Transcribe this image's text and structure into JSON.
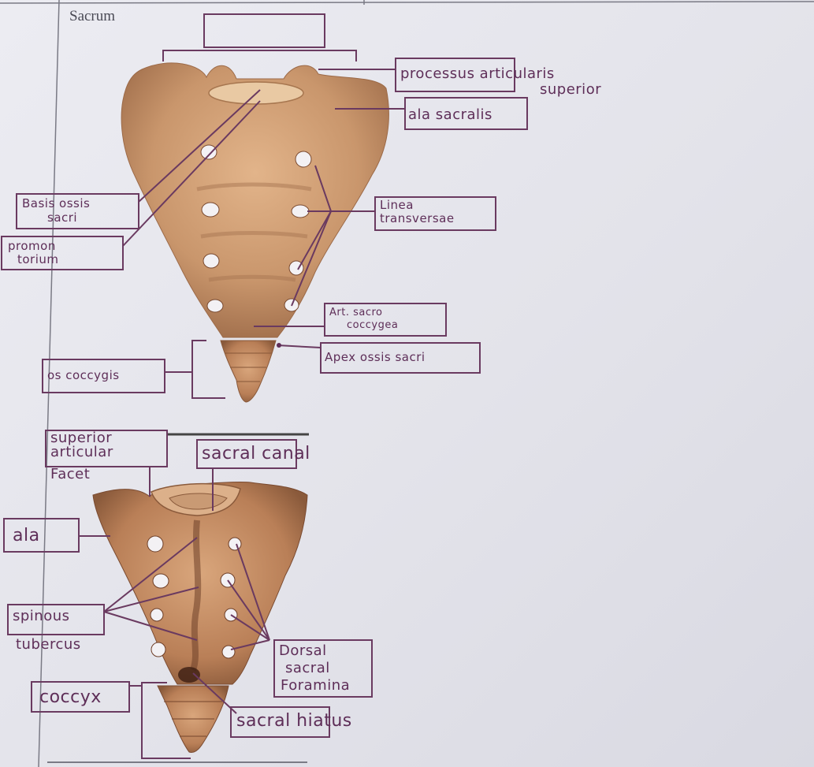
{
  "page": {
    "title": "Sacrum"
  },
  "colors": {
    "ink": "#5e2e58",
    "bone": "#c9966c",
    "bone_dark": "#8a5a3b",
    "paper": "#e6e6ec",
    "rule": "#777782"
  },
  "anterior_view": {
    "top_label": "",
    "labels": {
      "processus_articularis": "processus articularis",
      "superior": "superior",
      "ala_sacralis": "ala sacralis",
      "basis_ossis_sacri_1": "Basis ossis",
      "basis_ossis_sacri_2": "sacri",
      "promontorium_1": "promon",
      "promontorium_2": "torium",
      "lineae_transversae_1": "Linea",
      "lineae_transversae_2": "transversae",
      "art_sacrococcygea_1": "Art. sacro",
      "art_sacrococcygea_2": "coccygea",
      "apex_ossis_sacri": "Apex ossis sacri",
      "os_coccygis": "os coccygis"
    }
  },
  "posterior_view": {
    "labels": {
      "superior_articular_facet_1": "superior",
      "superior_articular_facet_2": "articular",
      "superior_articular_facet_3": "Facet",
      "sacral_canal": "sacral canal",
      "ala": "ala",
      "spinous_tubercles_1": "spinous",
      "spinous_tubercles_2": "tubercus",
      "dorsal_sacral_foramina_1": "Dorsal",
      "dorsal_sacral_foramina_2": "sacral",
      "dorsal_sacral_foramina_3": "Foramina",
      "coccyx": "coccyx",
      "sacral_hiatus": "sacral hiatus"
    }
  }
}
